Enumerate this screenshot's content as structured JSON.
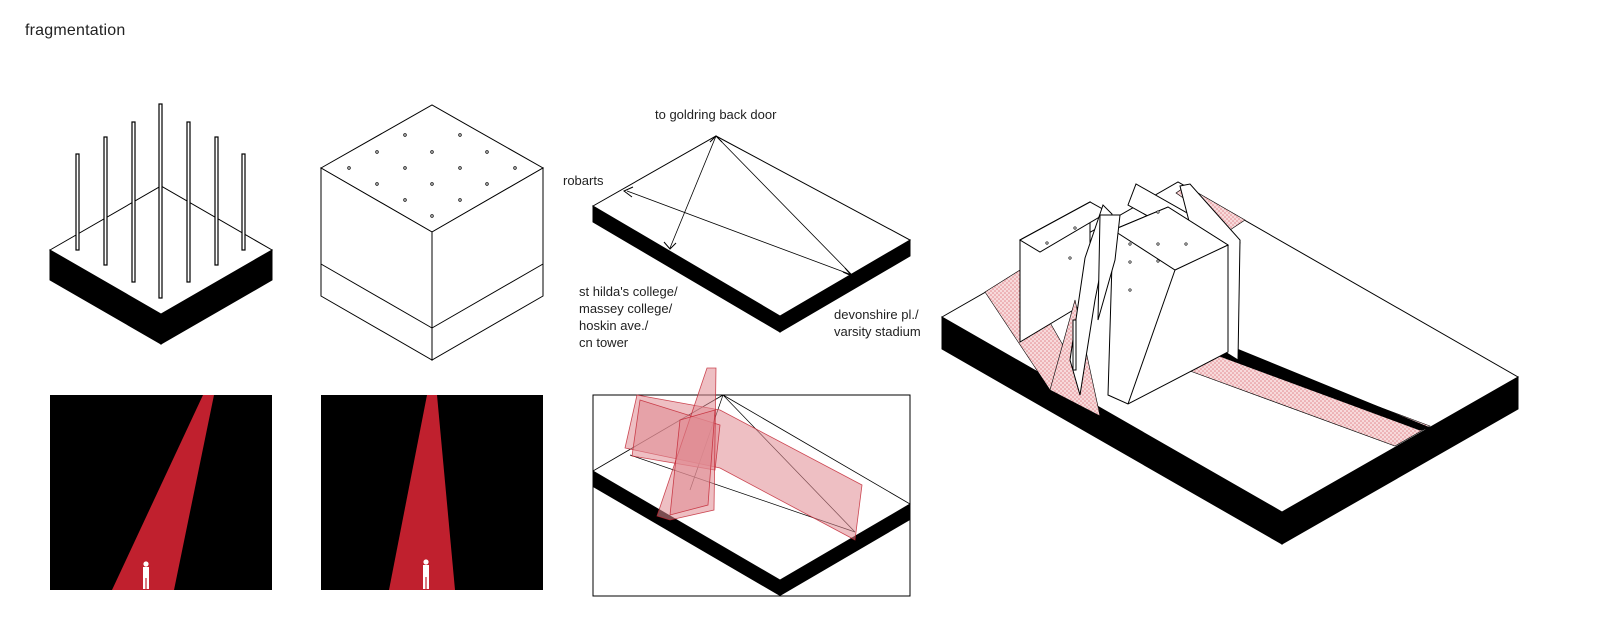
{
  "title": "fragmentation",
  "labels": {
    "goldring": "to goldring back door",
    "robarts": "robarts",
    "north_group": [
      "st hilda's college/",
      "massey college/",
      "hoskin ave./",
      "cn tower"
    ],
    "east_group": [
      "devonshire pl./",
      "varsity stadium"
    ]
  },
  "colors": {
    "ink": "#000000",
    "red": "#c0202e",
    "pink_fill": "#e8a3a8",
    "pink_hatch": "#f3c9cc"
  }
}
